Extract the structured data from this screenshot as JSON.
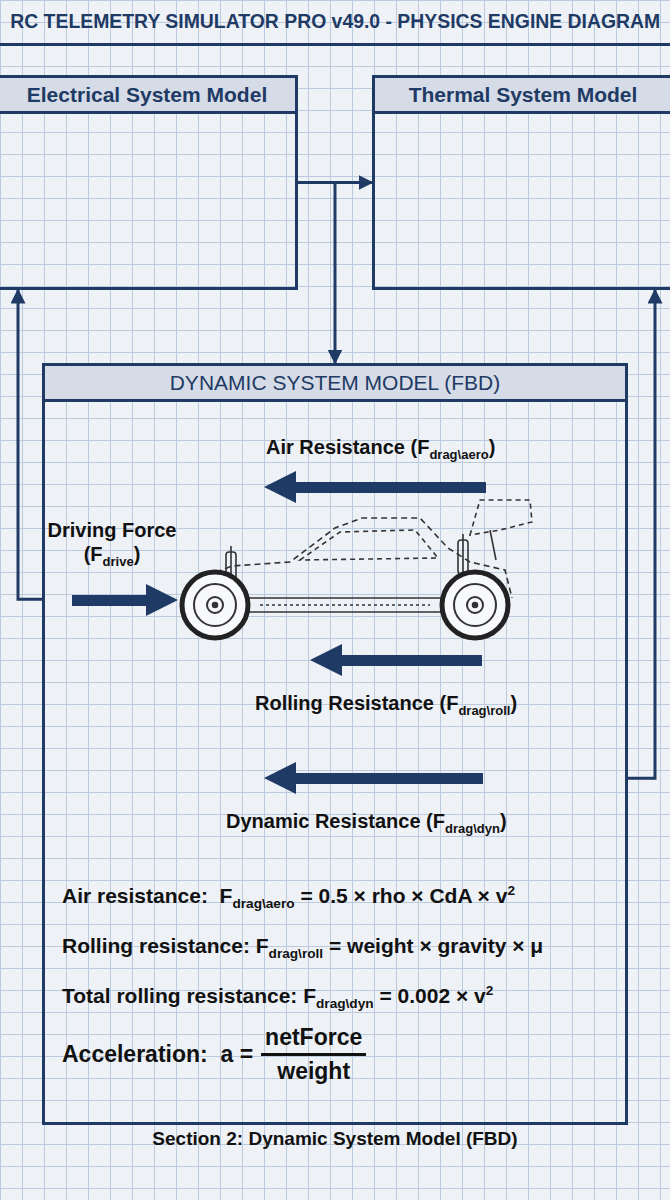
{
  "diagram": {
    "title": "RC TELEMETRY SIMULATOR PRO v49.0 - PHYSICS ENGINE DIAGRAM",
    "caption": "Section 2: Dynamic System Model (FBD)",
    "nodes": [
      {
        "text": [
          "Electrical System Model"
        ]
      },
      {
        "text": [
          "Thermal System Model"
        ]
      },
      {
        "text": [
          "DYNAMIC SYSTEM MODEL (FBD)"
        ]
      }
    ],
    "edges": [
      {
        "from": 0,
        "to": 1,
        "arrow": "to"
      },
      {
        "from": 0,
        "to": 2,
        "arrow": "to"
      },
      {
        "from": 2,
        "to": 0,
        "arrow": "to"
      },
      {
        "from": 2,
        "to": 1,
        "arrow": "to"
      }
    ],
    "labels": [
      "Air Resistance (Fdrag\\aero)",
      "Driving Force (Fdrive)",
      "Rolling Resistance (Fdrag\\roll)",
      "Dynamic Resistance (Fdrag\\dyn)",
      "Air resistance:  Fdrag\\aero = 0.5 × rho × CdA × v2",
      "Rolling resistance: Fdrag\\roll = weight × gravity × μ",
      "Total rolling resistance: Fdrag\\dyn = 0.002 × v2",
      "Acceleration:  a =",
      "netForce",
      "weight"
    ]
  }
}
